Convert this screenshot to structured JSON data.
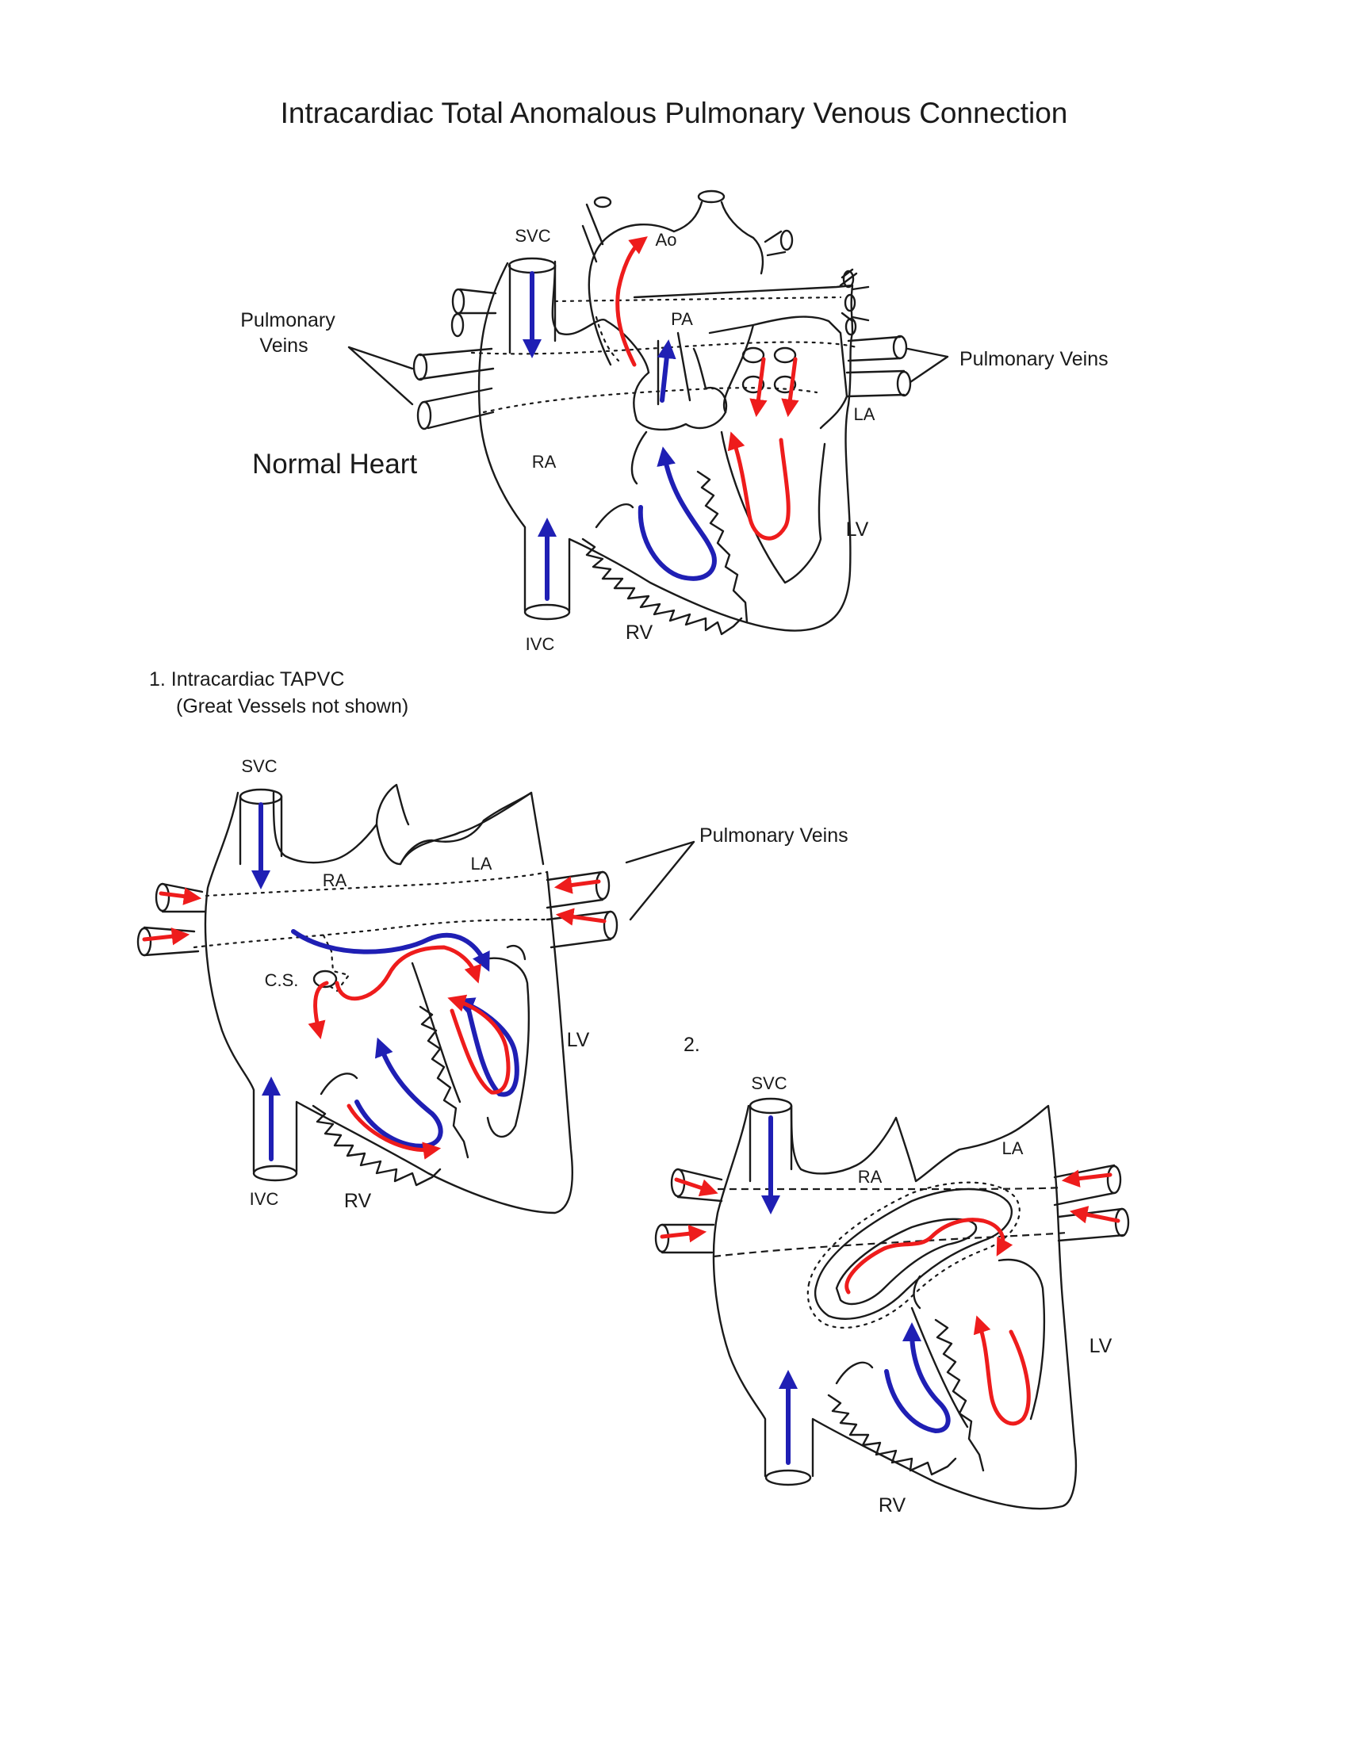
{
  "title": "Intracardiac Total Anomalous Pulmonary Venous Connection",
  "colors": {
    "deoxygenated": "#1f1fb4",
    "oxygenated": "#ee1c1c",
    "outline": "#1a1a1a"
  },
  "panels": {
    "normal": {
      "heading": "Normal Heart",
      "labels": {
        "svc": "SVC",
        "ao": "Ao",
        "pa": "PA",
        "ra": "RA",
        "la": "LA",
        "lv": "LV",
        "rv": "RV",
        "ivc": "IVC",
        "pulmonary_veins_left": "Pulmonary\nVeins",
        "pulmonary_veins_right": "Pulmonary Veins"
      }
    },
    "tapvc1": {
      "heading_line1": "1. Intracardiac TAPVC",
      "heading_line2": "(Great Vessels not shown)",
      "labels": {
        "svc": "SVC",
        "ra": "RA",
        "la": "LA",
        "cs": "C.S.",
        "lv": "LV",
        "ivc": "IVC",
        "rv": "RV",
        "pulmonary_veins": "Pulmonary Veins"
      }
    },
    "tapvc2": {
      "heading": "2.",
      "labels": {
        "svc": "SVC",
        "ra": "RA",
        "la": "LA",
        "lv": "LV",
        "rv": "RV"
      }
    }
  }
}
